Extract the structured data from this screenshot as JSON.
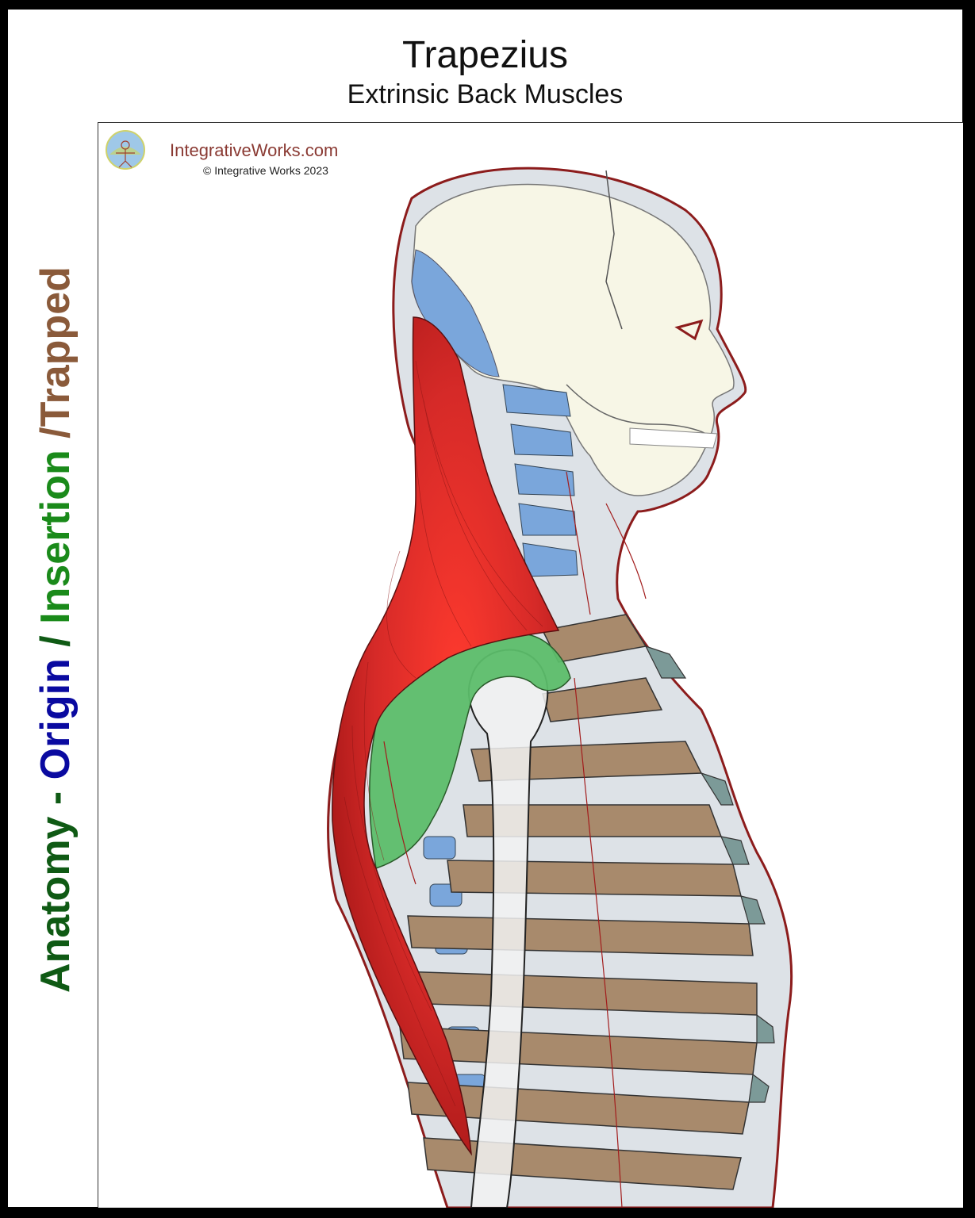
{
  "title": "Trapezius",
  "subtitle": "Extrinsic Back Muscles",
  "side_label": {
    "part1": "Anatomy - ",
    "part2": "Origin",
    "part3": " / ",
    "part4": "Insertion",
    "part5": " /Trapped"
  },
  "brand": {
    "site": "IntegrativeWorks.com",
    "copyright": "© Integrative Works 2023"
  },
  "colors": {
    "muscle": "#d42a28",
    "origin": "#7aa6db",
    "insertion": "#5cbd6a",
    "rib": "#a88a6c",
    "cartilage": "#7c9a98",
    "skin": "#dde2e7",
    "skin_outline": "#8c1c1c",
    "bone": "#f7f6e6"
  }
}
